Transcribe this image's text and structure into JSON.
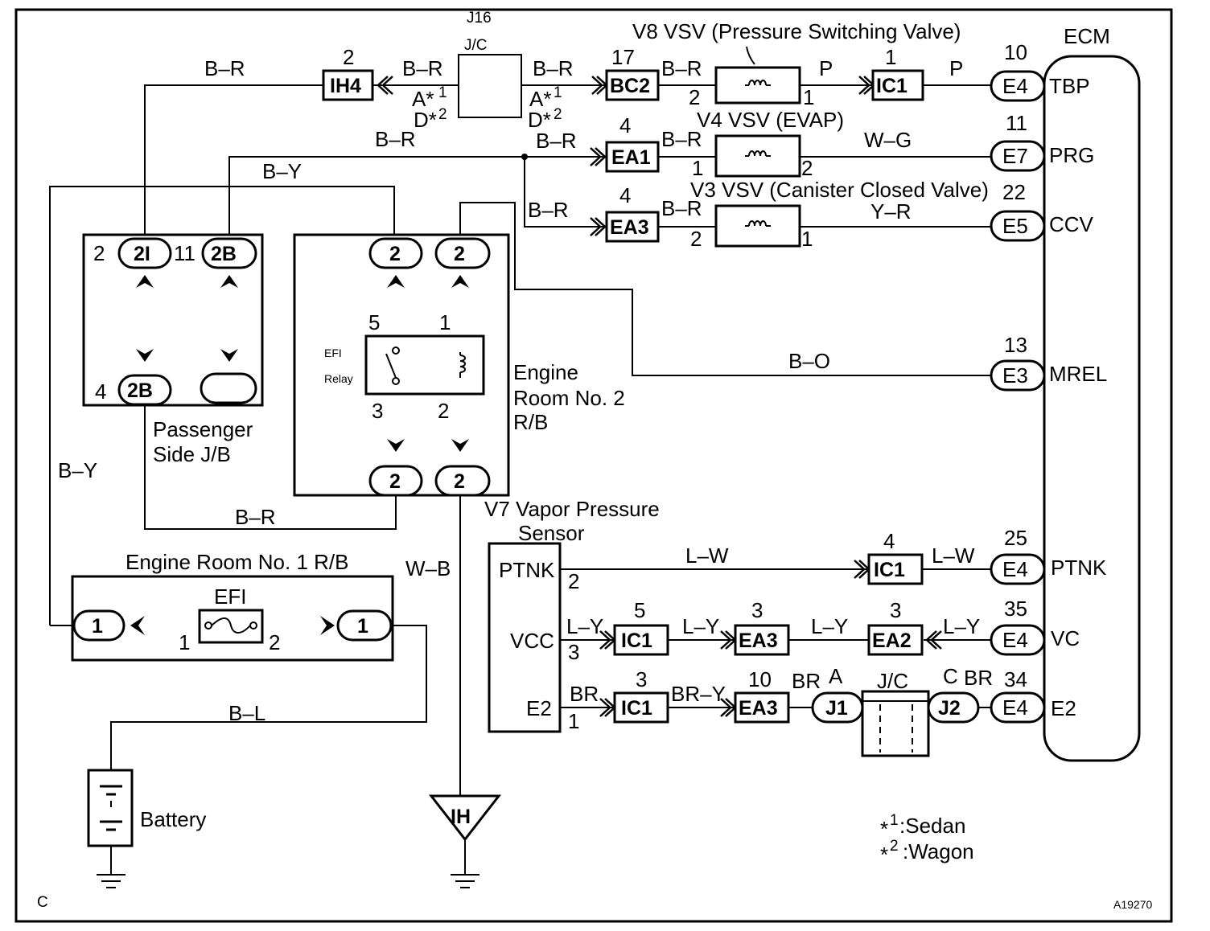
{
  "diagram": {
    "figure_id": "A19270",
    "corner_label": "C",
    "ecm": {
      "title": "ECM",
      "terminals": [
        {
          "connector": "E4",
          "pin": "10",
          "name": "TBP"
        },
        {
          "connector": "E7",
          "pin": "11",
          "name": "PRG"
        },
        {
          "connector": "E5",
          "pin": "22",
          "name": "CCV"
        },
        {
          "connector": "E3",
          "pin": "13",
          "name": "MREL"
        },
        {
          "connector": "E4",
          "pin": "25",
          "name": "PTNK"
        },
        {
          "connector": "E4",
          "pin": "35",
          "name": "VC"
        },
        {
          "connector": "E4",
          "pin": "34",
          "name": "E2"
        }
      ]
    },
    "components": {
      "v8": "V8 VSV (Pressure Switching Valve)",
      "v4": "V4 VSV (EVAP)",
      "v3": "V3 VSV (Canister Closed Valve)",
      "v7_line1": "V7 Vapor Pressure",
      "v7_line2": "Sensor",
      "v7_pins": {
        "ptnk": "PTNK",
        "vcc": "VCC",
        "e2": "E2",
        "ptnk_no": "2",
        "vcc_no": "3",
        "e2_no": "1"
      },
      "j16_line1": "J16",
      "j16_line2": "J/C",
      "jc": "J/C",
      "passenger_jb_line1": "Passenger",
      "passenger_jb_line2": "Side J/B",
      "er2_line1": "Engine",
      "er2_line2": "Room No. 2",
      "er2_line3": "R/B",
      "er1": "Engine Room No. 1 R/B",
      "efi_fuse": "EFI",
      "efi_relay_line1": "EFI",
      "efi_relay_line2": "Relay",
      "battery": "Battery",
      "ground": "IH"
    },
    "connectors": {
      "ih4": "IH4",
      "bc2": "BC2",
      "ea1": "EA1",
      "ea3": "EA3",
      "ea2": "EA2",
      "ic1": "IC1",
      "j1": "J1",
      "j2": "J2",
      "jb_2i": "2I",
      "jb_2b": "2B",
      "r2": "2",
      "r1": "1"
    },
    "pin_numbers": {
      "ih4": "2",
      "bc2": "17",
      "ea1": "4",
      "ea3_top": "4",
      "ic1_top": "1",
      "v8_in": "2",
      "v8_out": "1",
      "v4_in": "1",
      "v4_out": "2",
      "v3_in": "2",
      "v3_out": "1",
      "jb_2i": "2",
      "jb_2b_top": "11",
      "jb_2b_bot": "4",
      "relay_5": "5",
      "relay_1": "1",
      "relay_3": "3",
      "relay_2": "2",
      "fuse_1": "1",
      "fuse_2": "2",
      "ic1_ptnk": "4",
      "ic1_vc": "5",
      "ea3_vc": "3",
      "ea2_vc": "3",
      "ic1_e2": "3",
      "ea3_e2": "10",
      "j1": "A",
      "j2": "C"
    },
    "wire_colors": {
      "br": "B–R",
      "by": "B–Y",
      "bo": "B–O",
      "p": "P",
      "wg": "W–G",
      "yr": "Y–R",
      "lw": "L–W",
      "ly": "L–Y",
      "brown": "BR",
      "bry": "BR–Y",
      "wb": "W–B",
      "bl": "B–L"
    },
    "variants": {
      "a": "A*",
      "d": "D*",
      "sup1": "1",
      "sup2": "2",
      "legend1_star": "*",
      "legend1_sup": "1",
      "legend1_text": ":Sedan",
      "legend2_star": "*",
      "legend2_sup": "2",
      "legend2_text": ":Wagon"
    }
  }
}
